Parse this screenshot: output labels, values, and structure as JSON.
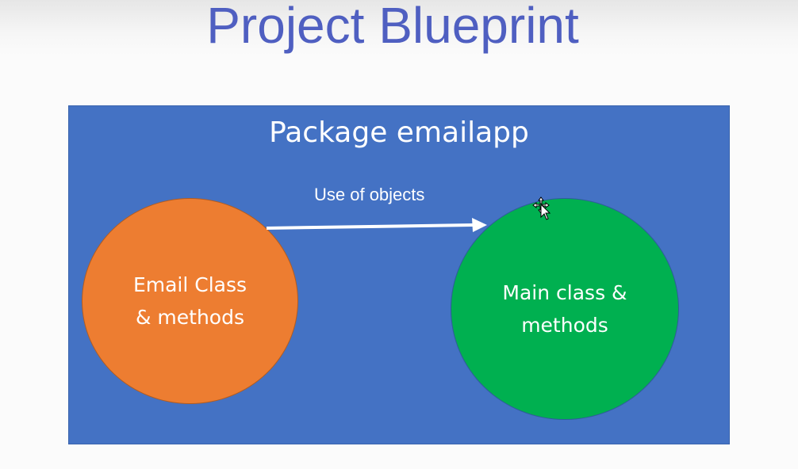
{
  "slide": {
    "title": "Project Blueprint"
  },
  "package": {
    "label": "Package emailapp"
  },
  "nodes": {
    "email": {
      "label": "Email Class\n& methods",
      "color": "#ed7d31"
    },
    "main": {
      "label": "Main class &\nmethods",
      "color": "#00b050"
    }
  },
  "edge": {
    "label": "Use of objects",
    "from": "email",
    "to": "main"
  },
  "colors": {
    "title": "#4f5fc1",
    "package_background": "#4472c4"
  },
  "cursor": {
    "icon": "move-cursor-icon"
  }
}
